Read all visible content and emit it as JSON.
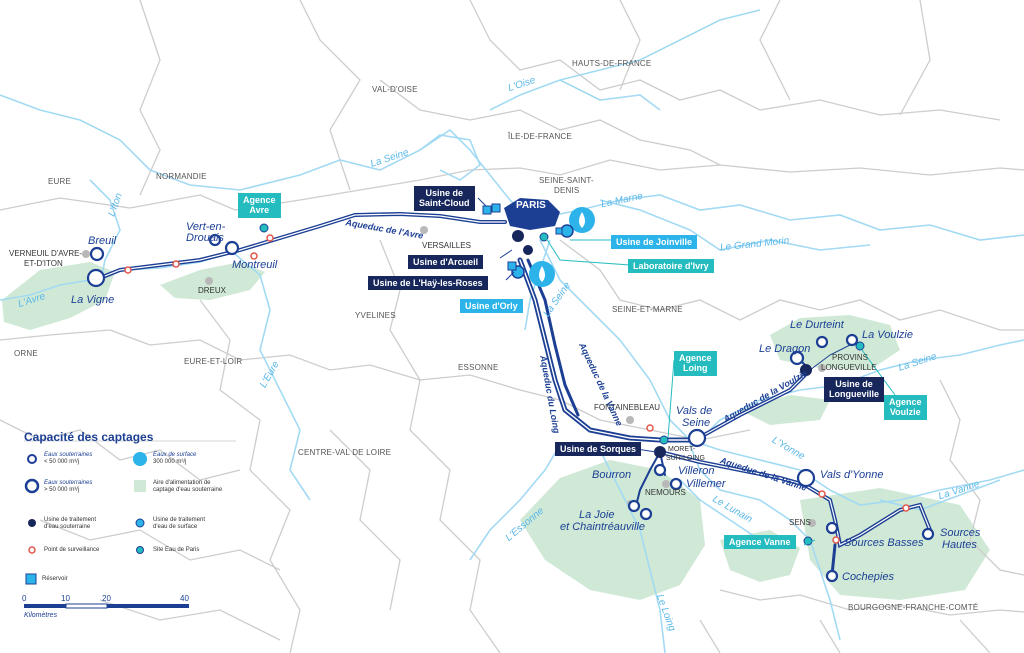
{
  "regions": {
    "hauts_de_france": "HAUTS-DE-FRANCE",
    "val_d_oise": "VAL-D'OISE",
    "ile_de_france": "ÎLE-DE-FRANCE",
    "eure": "EURE",
    "normandie": "NORMANDIE",
    "seine_saint_denis_1": "SEINE-SAINT-",
    "seine_saint_denis_2": "DENIS",
    "orne": "ORNE",
    "eure_et_loir": "EURE-ET-LOIR",
    "yvelines": "YVELINES",
    "essonne": "ESSONNE",
    "seine_et_marne": "SEINE-ET-MARNE",
    "centre_val_de_loire": "CENTRE-VAL DE LOIRE",
    "bourgogne": "BOURGOGNE-FRANCHE-COMTÉ"
  },
  "towns": {
    "verneuil_1": "VERNEUIL D'AVRE-",
    "verneuil_2": "ET-D'ITON",
    "dreux": "DREUX",
    "versailles": "VERSAILLES",
    "paris": "PARIS",
    "fontainebleau": "FONTAINEBLEAU",
    "moret_1": "MORET-",
    "moret_2": "SUR-LOING",
    "nemours": "NEMOURS",
    "provins": "PROVINS",
    "longueville": "LONGUEVILLE",
    "sens": "SENS"
  },
  "rivers": {
    "oise": "L'Oise",
    "seine_north": "La Seine",
    "marne": "La Marne",
    "iton": "L'Iton",
    "avre": "L'Avre",
    "eure": "L'Eure",
    "grand_morin": "Le Grand Morin",
    "seine_mid": "La Seine",
    "seine_east": "La Seine",
    "yonne": "L'Yonne",
    "essonne": "L'Essonne",
    "lunain": "Le Lunain",
    "loing": "Le Loing",
    "vanne": "La Vanne"
  },
  "aqueducts": {
    "avre": "Aqueduc de l'Avre",
    "vanne_north": "Aqueduc de la Vanne",
    "loing": "Aqueduc du Loing",
    "voulzie": "Aqueduc de la Voulzie",
    "vanne_south": "Aqueduc de la Vanne"
  },
  "sites": {
    "breuil": "Breuil",
    "la_vigne": "La Vigne",
    "vert_1": "Vert-en-",
    "vert_2": "Drouais",
    "montreuil": "Montreuil",
    "le_durteint": "Le Durteint",
    "la_voulzie": "La Voulzie",
    "le_dragon": "Le Dragon",
    "vals_de_seine_1": "Vals de",
    "vals_de_seine_2": "Seine",
    "villeron": "Villeron",
    "villemer": "Villemer",
    "bourron": "Bourron",
    "la_joie_1": "La Joie",
    "la_joie_2": "et Chaintréauville",
    "vals_d_yonne": "Vals d'Yonne",
    "sources_basses": "Sources Basses",
    "sources_hautes_1": "Sources",
    "sources_hautes_2": "Hautes",
    "cochepies": "Cochepies"
  },
  "boxes": {
    "agence_avre_1": "Agence",
    "agence_avre_2": "Avre",
    "usine_saint_cloud_1": "Usine de",
    "usine_saint_cloud_2": "Saint-Cloud",
    "usine_arcueil": "Usine d'Arcueil",
    "usine_hay": "Usine de L'Haÿ-les-Roses",
    "usine_orly": "Usine d'Orly",
    "usine_joinville": "Usine de Joinville",
    "labo_ivry": "Laboratoire d'Ivry",
    "agence_loing_1": "Agence",
    "agence_loing_2": "Loing",
    "usine_longueville_1": "Usine de",
    "usine_longueville_2": "Longueville",
    "agence_voulzie_1": "Agence",
    "agence_voulzie_2": "Voulzie",
    "usine_sorques": "Usine de Sorques",
    "agence_vanne": "Agence Vanne"
  },
  "legend": {
    "title": "Capacité des captages",
    "eaux_sout_small_1": "Eaux souterraines",
    "eaux_sout_small_2": "< 50 000 m³/j",
    "eaux_sout_big_1": "Eaux souterraines",
    "eaux_sout_big_2": "> 50 000 m³/j",
    "eaux_surface_1": "Eaux de surface",
    "eaux_surface_2": "300 000 m³/j",
    "aire_1": "Aire d'alimentation de",
    "aire_2": "captage d'eau souterraine",
    "usine_sout_1": "Usine de traitement",
    "usine_sout_2": "d'eau souterraine",
    "usine_surf_1": "Usine de traitement",
    "usine_surf_2": "d'eau de surface",
    "point_surv": "Point de surveillance",
    "site_eau": "Site Eau de Paris",
    "reservoir": "Réservoir"
  },
  "scale": {
    "t0": "0",
    "t10": "10",
    "t20": "20",
    "t40": "40",
    "unit": "Kilomètres"
  },
  "colors": {
    "aqueduct": "#1c3f94",
    "river": "#9ad6f2",
    "catchment": "#cfe9d6",
    "navy": "#17275c",
    "teal": "#25bcc0",
    "sky": "#2bb3ea",
    "border": "#c8c8c8"
  }
}
